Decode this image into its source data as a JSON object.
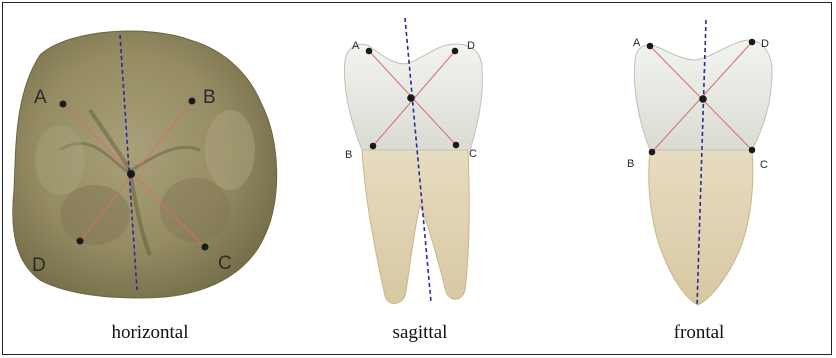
{
  "panels": [
    {
      "caption": "horizontal",
      "points": [
        "A",
        "B",
        "C",
        "D"
      ]
    },
    {
      "caption": "sagittal",
      "points": [
        "A",
        "D",
        "B",
        "C"
      ]
    },
    {
      "caption": "frontal",
      "points": [
        "A",
        "D",
        "B",
        "C"
      ]
    }
  ],
  "colors": {
    "axis": "#2a2a9a",
    "diagonal": "#d07070",
    "point": "#1a1a1a"
  }
}
